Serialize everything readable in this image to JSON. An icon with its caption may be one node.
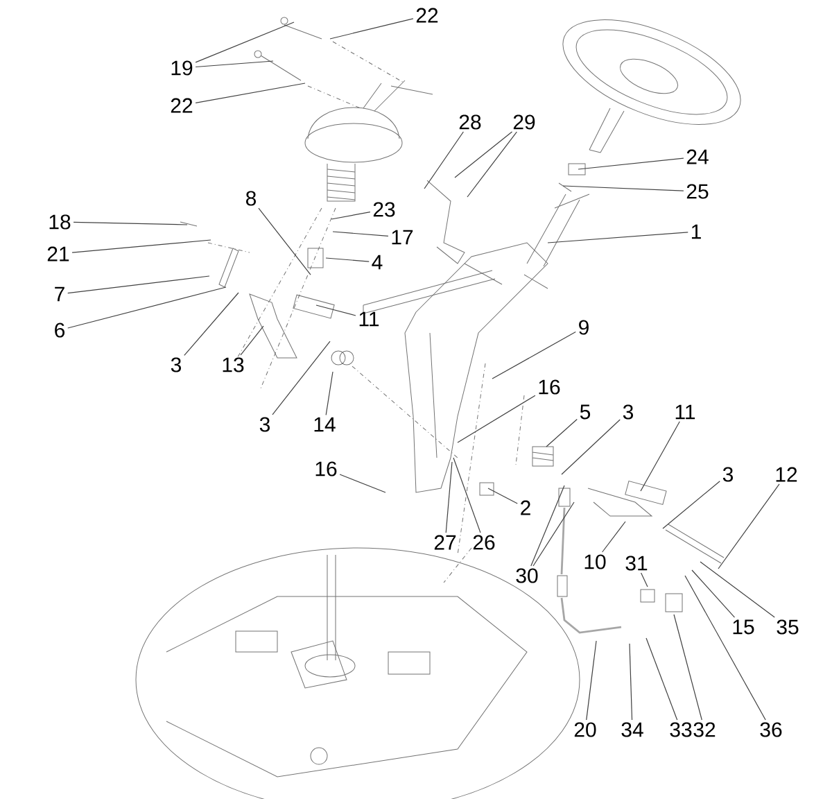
{
  "diagram": {
    "nodes": [
      {
        "text": [
          "22"
        ]
      },
      {
        "text": [
          "19"
        ]
      },
      {
        "text": [
          "22"
        ]
      },
      {
        "text": [
          "28"
        ]
      },
      {
        "text": [
          "29"
        ]
      },
      {
        "text": [
          "24"
        ]
      },
      {
        "text": [
          "25"
        ]
      },
      {
        "text": [
          "8"
        ]
      },
      {
        "text": [
          "23"
        ]
      },
      {
        "text": [
          "18"
        ]
      },
      {
        "text": [
          "1"
        ]
      },
      {
        "text": [
          "17"
        ]
      },
      {
        "text": [
          "21"
        ]
      },
      {
        "text": [
          "4"
        ]
      },
      {
        "text": [
          "7"
        ]
      },
      {
        "text": [
          "11"
        ]
      },
      {
        "text": [
          "9"
        ]
      },
      {
        "text": [
          "6"
        ]
      },
      {
        "text": [
          "3"
        ]
      },
      {
        "text": [
          "13"
        ]
      },
      {
        "text": [
          "16"
        ]
      },
      {
        "text": [
          "5"
        ]
      },
      {
        "text": [
          "3"
        ]
      },
      {
        "text": [
          "11"
        ]
      },
      {
        "text": [
          "3"
        ]
      },
      {
        "text": [
          "14"
        ]
      },
      {
        "text": [
          "16"
        ]
      },
      {
        "text": [
          "3"
        ]
      },
      {
        "text": [
          "12"
        ]
      },
      {
        "text": [
          "2"
        ]
      },
      {
        "text": [
          "27"
        ]
      },
      {
        "text": [
          "26"
        ]
      },
      {
        "text": [
          "10"
        ]
      },
      {
        "text": [
          "31"
        ]
      },
      {
        "text": [
          "30"
        ]
      },
      {
        "text": [
          "15"
        ]
      },
      {
        "text": [
          "35"
        ]
      },
      {
        "text": [
          "20"
        ]
      },
      {
        "text": [
          "34"
        ]
      },
      {
        "text": [
          "33"
        ]
      },
      {
        "text": [
          "32"
        ]
      },
      {
        "text": [
          "36"
        ]
      }
    ],
    "edges": [
      {
        "from": 0,
        "to": null,
        "arrow": "none"
      },
      {
        "from": 1,
        "to": null,
        "arrow": "none"
      },
      {
        "from": 1,
        "to": null,
        "arrow": "none"
      },
      {
        "from": 2,
        "to": null,
        "arrow": "none"
      },
      {
        "from": 3,
        "to": null,
        "arrow": "none"
      },
      {
        "from": 4,
        "to": null,
        "arrow": "none"
      },
      {
        "from": 4,
        "to": null,
        "arrow": "none"
      },
      {
        "from": 5,
        "to": null,
        "arrow": "none"
      },
      {
        "from": 6,
        "to": null,
        "arrow": "none"
      },
      {
        "from": 7,
        "to": null,
        "arrow": "none"
      },
      {
        "from": 8,
        "to": null,
        "arrow": "none"
      },
      {
        "from": 9,
        "to": null,
        "arrow": "none"
      },
      {
        "from": 10,
        "to": null,
        "arrow": "none"
      },
      {
        "from": 11,
        "to": null,
        "arrow": "none"
      },
      {
        "from": 12,
        "to": null,
        "arrow": "none"
      },
      {
        "from": 13,
        "to": null,
        "arrow": "none"
      },
      {
        "from": 14,
        "to": null,
        "arrow": "none"
      },
      {
        "from": 15,
        "to": null,
        "arrow": "none"
      },
      {
        "from": 16,
        "to": null,
        "arrow": "none"
      },
      {
        "from": 17,
        "to": null,
        "arrow": "none"
      },
      {
        "from": 18,
        "to": null,
        "arrow": "none"
      },
      {
        "from": 19,
        "to": null,
        "arrow": "none"
      },
      {
        "from": 20,
        "to": null,
        "arrow": "none"
      },
      {
        "from": 21,
        "to": null,
        "arrow": "none"
      },
      {
        "from": 22,
        "to": null,
        "arrow": "none"
      },
      {
        "from": 23,
        "to": null,
        "arrow": "none"
      },
      {
        "from": 24,
        "to": null,
        "arrow": "none"
      },
      {
        "from": 25,
        "to": null,
        "arrow": "none"
      },
      {
        "from": 26,
        "to": null,
        "arrow": "none"
      },
      {
        "from": 27,
        "to": null,
        "arrow": "none"
      },
      {
        "from": 28,
        "to": null,
        "arrow": "none"
      },
      {
        "from": 29,
        "to": null,
        "arrow": "none"
      },
      {
        "from": 30,
        "to": null,
        "arrow": "none"
      },
      {
        "from": 31,
        "to": null,
        "arrow": "none"
      },
      {
        "from": 32,
        "to": null,
        "arrow": "none"
      },
      {
        "from": 33,
        "to": null,
        "arrow": "none"
      },
      {
        "from": 34,
        "to": null,
        "arrow": "none"
      },
      {
        "from": 34,
        "to": null,
        "arrow": "none"
      },
      {
        "from": 35,
        "to": null,
        "arrow": "none"
      },
      {
        "from": 36,
        "to": null,
        "arrow": "none"
      },
      {
        "from": 37,
        "to": null,
        "arrow": "none"
      },
      {
        "from": 38,
        "to": null,
        "arrow": "none"
      },
      {
        "from": 39,
        "to": null,
        "arrow": "none"
      },
      {
        "from": 40,
        "to": null,
        "arrow": "none"
      },
      {
        "from": 41,
        "to": null,
        "arrow": "none"
      }
    ]
  }
}
